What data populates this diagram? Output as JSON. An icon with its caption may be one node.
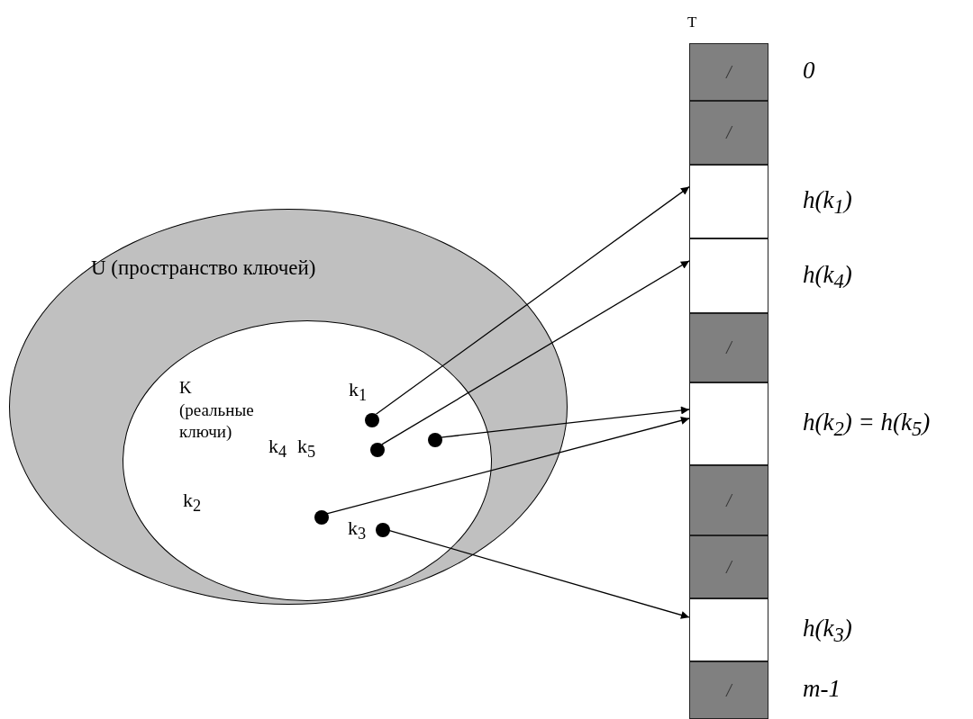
{
  "diagram": {
    "nodes": [
      {
        "text": [
          "U (пространство ключей)"
        ]
      },
      {
        "text": [
          "K",
          "(реальные ключи)"
        ],
        "in": 0
      },
      {
        "text": [],
        "shape": "circle",
        "in": 1
      },
      {
        "text": [],
        "shape": "circle",
        "in": 1
      },
      {
        "text": [],
        "shape": "circle",
        "in": 1
      },
      {
        "text": [],
        "shape": "circle",
        "in": 1
      },
      {
        "text": [],
        "shape": "circle",
        "in": 1
      },
      {
        "text": [
          "T"
        ]
      },
      {
        "text": [
          "/"
        ],
        "in": 7,
        "beside": [
          "0"
        ]
      },
      {
        "text": [
          "/"
        ],
        "in": 7
      },
      {
        "text": [],
        "shape": "box",
        "in": 7,
        "beside": [
          "h(k$_{1}$)"
        ]
      },
      {
        "text": [],
        "shape": "box",
        "in": 7,
        "beside": [
          "h(k$_{4}$)"
        ]
      },
      {
        "text": [
          "/"
        ],
        "in": 7
      },
      {
        "text": [],
        "shape": "box",
        "in": 7,
        "beside": [
          "h(k$_{2}$) = h(k$_{5}$)"
        ]
      },
      {
        "text": [
          "/"
        ],
        "in": 7
      },
      {
        "text": [
          "/"
        ],
        "in": 7
      },
      {
        "text": [],
        "shape": "box",
        "in": 7,
        "beside": [
          "h(k$_{3}$)"
        ]
      },
      {
        "text": [
          "/"
        ],
        "in": 7,
        "beside": [
          "m-1"
        ]
      }
    ],
    "edges": [
      {
        "from": 2,
        "to": 10,
        "arrow": "to"
      },
      {
        "from": 4,
        "to": 11,
        "arrow": "to"
      },
      {
        "from": 3,
        "to": 13,
        "arrow": "to"
      },
      {
        "from": 5,
        "to": 13,
        "arrow": "to"
      },
      {
        "from": 6,
        "to": 16,
        "arrow": "to"
      }
    ],
    "labels": [
      "k$_{1}$",
      "k$_{4}$",
      "k$_{5}$",
      "k$_{2}$",
      "k$_{3}$"
    ]
  }
}
